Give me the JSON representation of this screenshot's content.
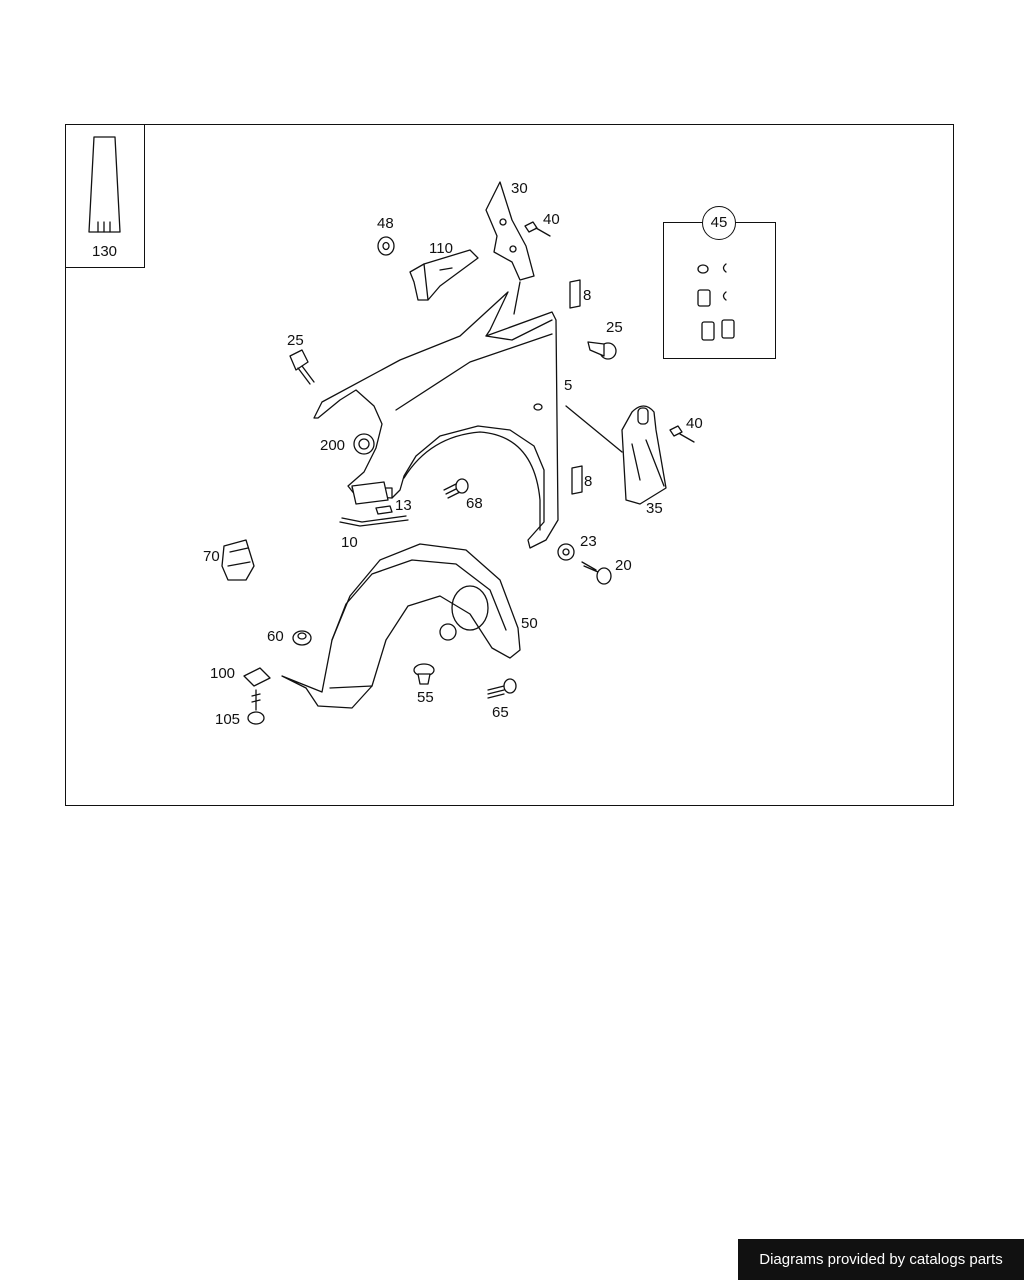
{
  "callouts": {
    "p130": "130",
    "p30": "30",
    "p40a": "40",
    "p48": "48",
    "p110": "110",
    "p45": "45",
    "p8a": "8",
    "p25a": "25",
    "p25b": "25",
    "p5": "5",
    "p40b": "40",
    "p200": "200",
    "p8b": "8",
    "p68": "68",
    "p13": "13",
    "p35": "35",
    "p10": "10",
    "p23": "23",
    "p70": "70",
    "p20": "20",
    "p50": "50",
    "p60": "60",
    "p100": "100",
    "p55": "55",
    "p65": "65",
    "p105": "105"
  },
  "watermark": "Diagrams provided by catalogs parts"
}
